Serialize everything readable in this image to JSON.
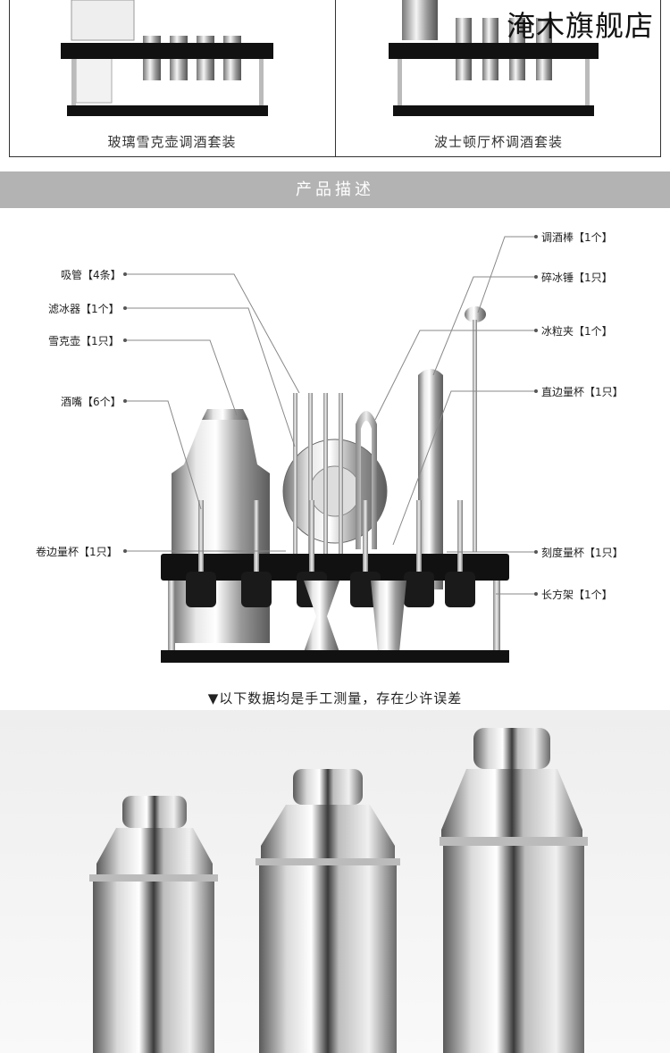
{
  "watermark": "淹木旗舰店",
  "top_panels": [
    {
      "label": "玻璃雪克壶调酒套装"
    },
    {
      "label": "波士顿厅杯调酒套装"
    }
  ],
  "section_title": "产品描述",
  "callouts_left": [
    {
      "label": "吸管【4条】"
    },
    {
      "label": "滤冰器【1个】"
    },
    {
      "label": "雪克壶【1只】"
    },
    {
      "label": "酒嘴【6个】"
    },
    {
      "label": "卷边量杯【1只】"
    }
  ],
  "callouts_right": [
    {
      "label": "调酒棒【1个】"
    },
    {
      "label": "碎冰锤【1只】"
    },
    {
      "label": "冰粒夹【1个】"
    },
    {
      "label": "直边量杯【1只】"
    },
    {
      "label": "刻度量杯【1只】"
    },
    {
      "label": "长方架【1个】"
    }
  ],
  "measure_note": "▼以下数据均是手工测量，存在少许误差",
  "colors": {
    "banner": "#b3b3b3",
    "acrylic": "#111111",
    "steel": "#c8c8c8"
  }
}
